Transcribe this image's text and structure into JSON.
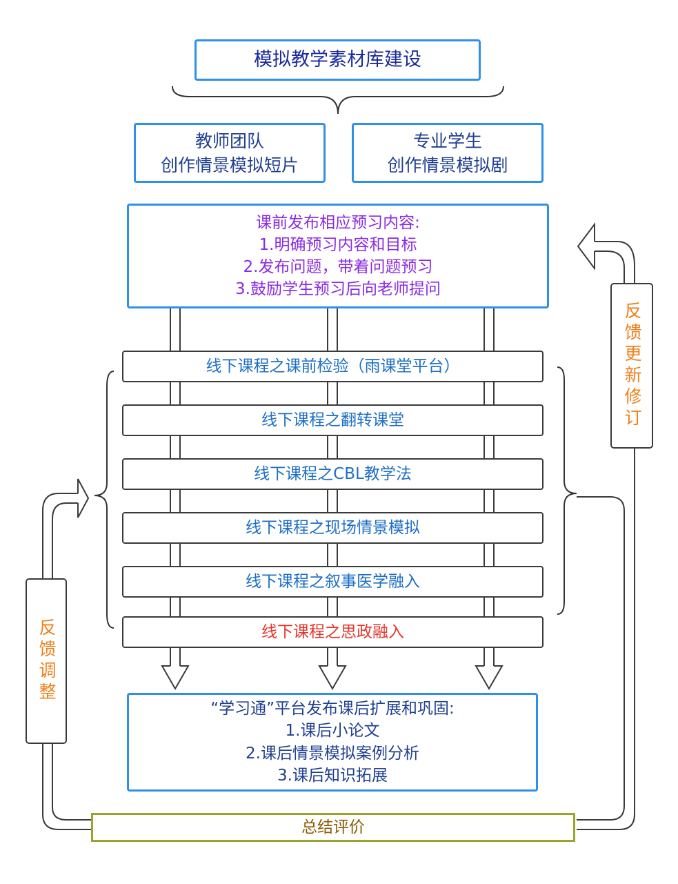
{
  "title": "模拟教学素材库建设",
  "sources": [
    {
      "line1": "教师团队",
      "line2": "创作情景模拟短片"
    },
    {
      "line1": "专业学生",
      "line2": "创作情景模拟剧"
    }
  ],
  "preclass": {
    "heading": "课前发布相应预习内容:",
    "items": [
      "1.明确预习内容和目标",
      "2.发布问题，带着问题预习",
      "3.鼓励学生预习后向老师提问"
    ]
  },
  "offline_steps": [
    "线下课程之课前检验（雨课堂平台）",
    "线下课程之翻转课堂",
    "线下课程之CBL教学法",
    "线下课程之现场情景模拟",
    "线下课程之叙事医学融入",
    "线下课程之思政融入"
  ],
  "postclass": {
    "heading": "“学习通”平台发布课后扩展和巩固:",
    "items": [
      "1.课后小论文",
      "2.课后情景模拟案例分析",
      "3.课后知识拓展"
    ]
  },
  "summary": "总结评价",
  "feedback_left": "反馈调整",
  "feedback_right": "反馈更新修订",
  "colors": {
    "title_text": "#1a2a9c",
    "source_text": "#1f3f8f",
    "preclass_text": "#8a2be2",
    "offline_text": "#1d6fc4",
    "ideology_text": "#e8352b",
    "postclass_text": "#1f3f8f",
    "summary_text": "#8a5a00",
    "summary_border": "#9aa32a",
    "feedback_text": "#f07f1a",
    "box_border": "#2f8fea"
  }
}
